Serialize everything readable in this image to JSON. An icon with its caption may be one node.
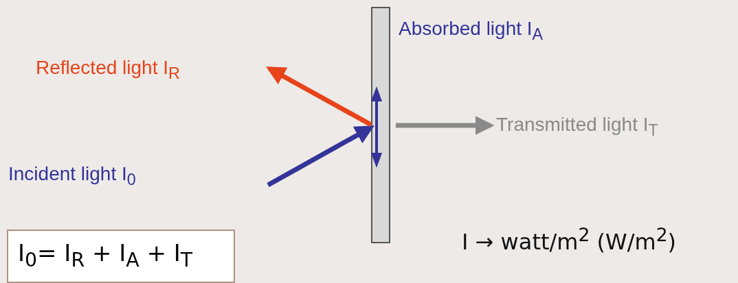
{
  "diagram": {
    "nodes": [
      {
        "text": [],
        "shape": "bar",
        "beside": [
          "Absorbed light I$_{A}$"
        ]
      },
      {
        "text": [
          "I$_{0}$= I$_{R}$ + I$_{A}$ + I$_{T}$"
        ]
      },
      {
        "text": [
          "Transmitted light I$_{T}$"
        ]
      }
    ],
    "edges": [
      {
        "from": null,
        "to": 0,
        "arrow": "to",
        "color": "#33339a"
      },
      {
        "from": 0,
        "to": null,
        "arrow": "to",
        "color": "#e8431a"
      },
      {
        "from": 0,
        "to": 2,
        "arrow": "to",
        "color": "#8a8a8a"
      }
    ],
    "labels": [
      "Reflected light I$_{R}$",
      "Incident light I$_{0}$",
      "I → watt/m$^{2}$ (W/m$^{2}$)"
    ]
  }
}
